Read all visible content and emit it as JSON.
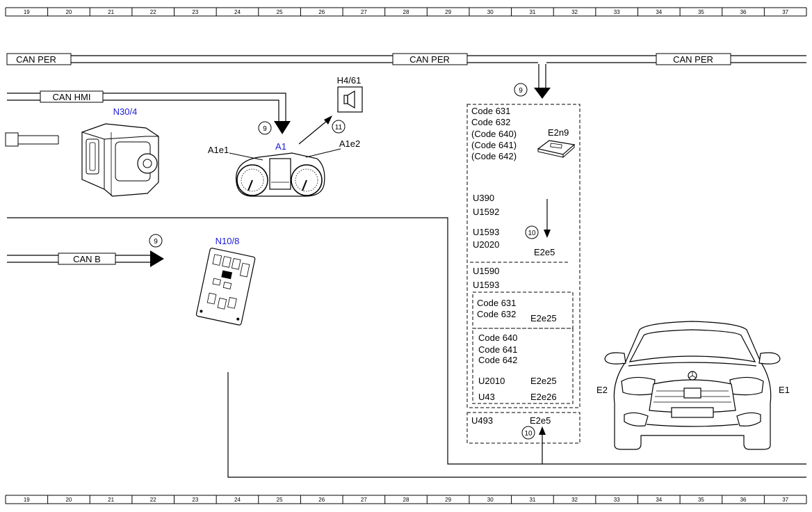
{
  "ruler": {
    "columns": [
      "19",
      "20",
      "21",
      "22",
      "23",
      "24",
      "25",
      "26",
      "27",
      "28",
      "29",
      "30",
      "31",
      "32",
      "33",
      "34",
      "35",
      "36",
      "37"
    ]
  },
  "buses": {
    "can_per_left": "CAN PER",
    "can_per_mid": "CAN PER",
    "can_per_right": "CAN PER",
    "can_hmi": "CAN HMI",
    "can_b": "CAN B"
  },
  "components": {
    "n30_4": "N30/4",
    "a1": "A1",
    "a1e1": "A1e1",
    "a1e2": "A1e2",
    "h4_61": "H4/61",
    "n10_8": "N10/8",
    "e2n9": "E2n9",
    "e2": "E2",
    "e1": "E1"
  },
  "refs": {
    "ref_9_top": "9",
    "ref_9_a1": "9",
    "ref_11": "11",
    "ref_9_canb": "9",
    "ref_10_mid": "10",
    "ref_10_bottom": "10"
  },
  "codes_block": {
    "top": [
      "Code 631",
      "Code 632",
      "(Code 640)",
      "(Code 641)",
      "(Code 642)"
    ],
    "u390": "U390",
    "u1592": "U1592",
    "u1593": "U1593",
    "u2020": "U2020",
    "e2e5_a": "E2e5",
    "u1590": "U1590",
    "u1593_b": "U1593",
    "inner1_codes": [
      "Code 631",
      "Code 632"
    ],
    "e2e25_a": "E2e25",
    "inner2_codes": [
      "Code 640",
      "Code 641",
      "Code 642"
    ],
    "u2010": "U2010",
    "e2e25_b": "E2e25",
    "u43": "U43",
    "e2e26": "E2e26",
    "u493": "U493",
    "e2e5_b": "E2e5"
  }
}
